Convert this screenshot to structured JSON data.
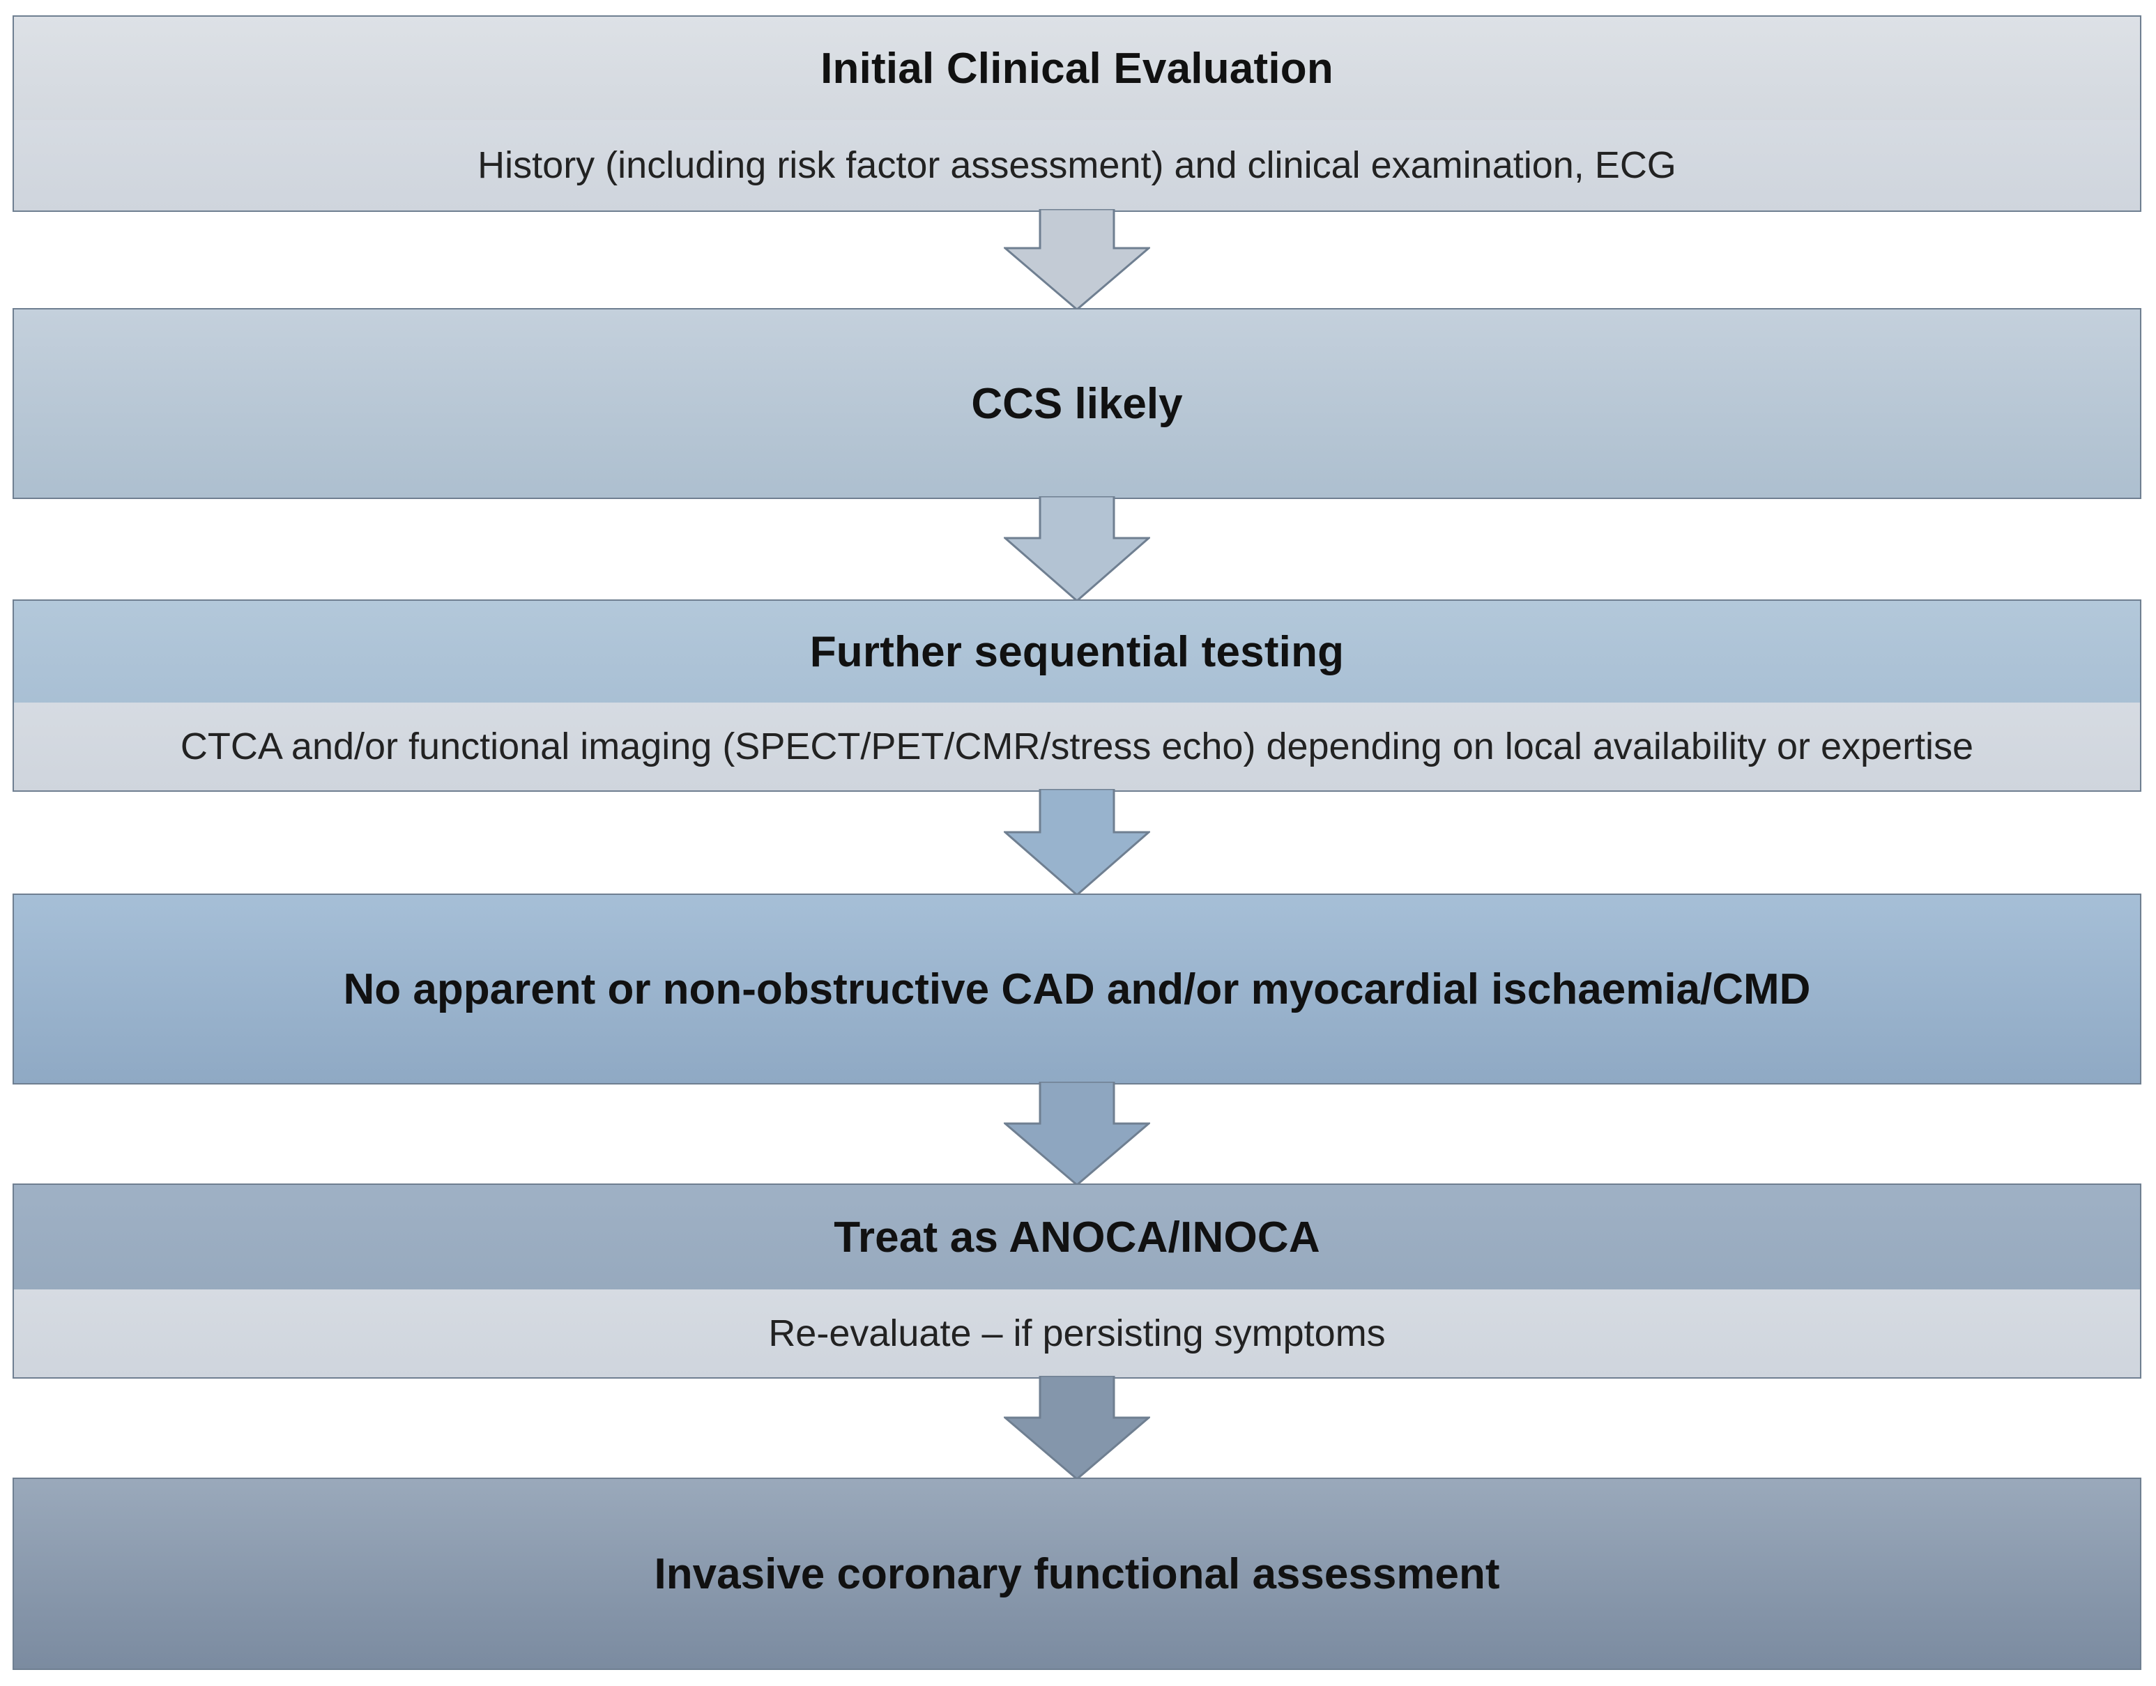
{
  "steps": [
    {
      "title": "Initial Clinical Evaluation",
      "detail": "History (including risk factor assessment) and clinical examination, ECG"
    },
    {
      "title": "CCS likely"
    },
    {
      "title": "Further sequential testing",
      "detail": "CTCA and/or functional imaging (SPECT/PET/CMR/stress echo) depending on local availability or expertise"
    },
    {
      "title": "No apparent or non-obstructive CAD and/or myocardial ischaemia/CMD"
    },
    {
      "title": "Treat as ANOCA/INOCA",
      "detail": "Re-evaluate – if persisting symptoms"
    },
    {
      "title": "Invasive coronary functional assessment"
    }
  ],
  "colors": {
    "box_border": "#6f7f91",
    "detail_band": "#d3d8df",
    "step1": "#cdd3db",
    "step2": "#bac9d6",
    "step3": "#a7bfd4",
    "step4": "#9ab5d0",
    "step5": "#94a5b9",
    "step6": "#8796aa"
  }
}
